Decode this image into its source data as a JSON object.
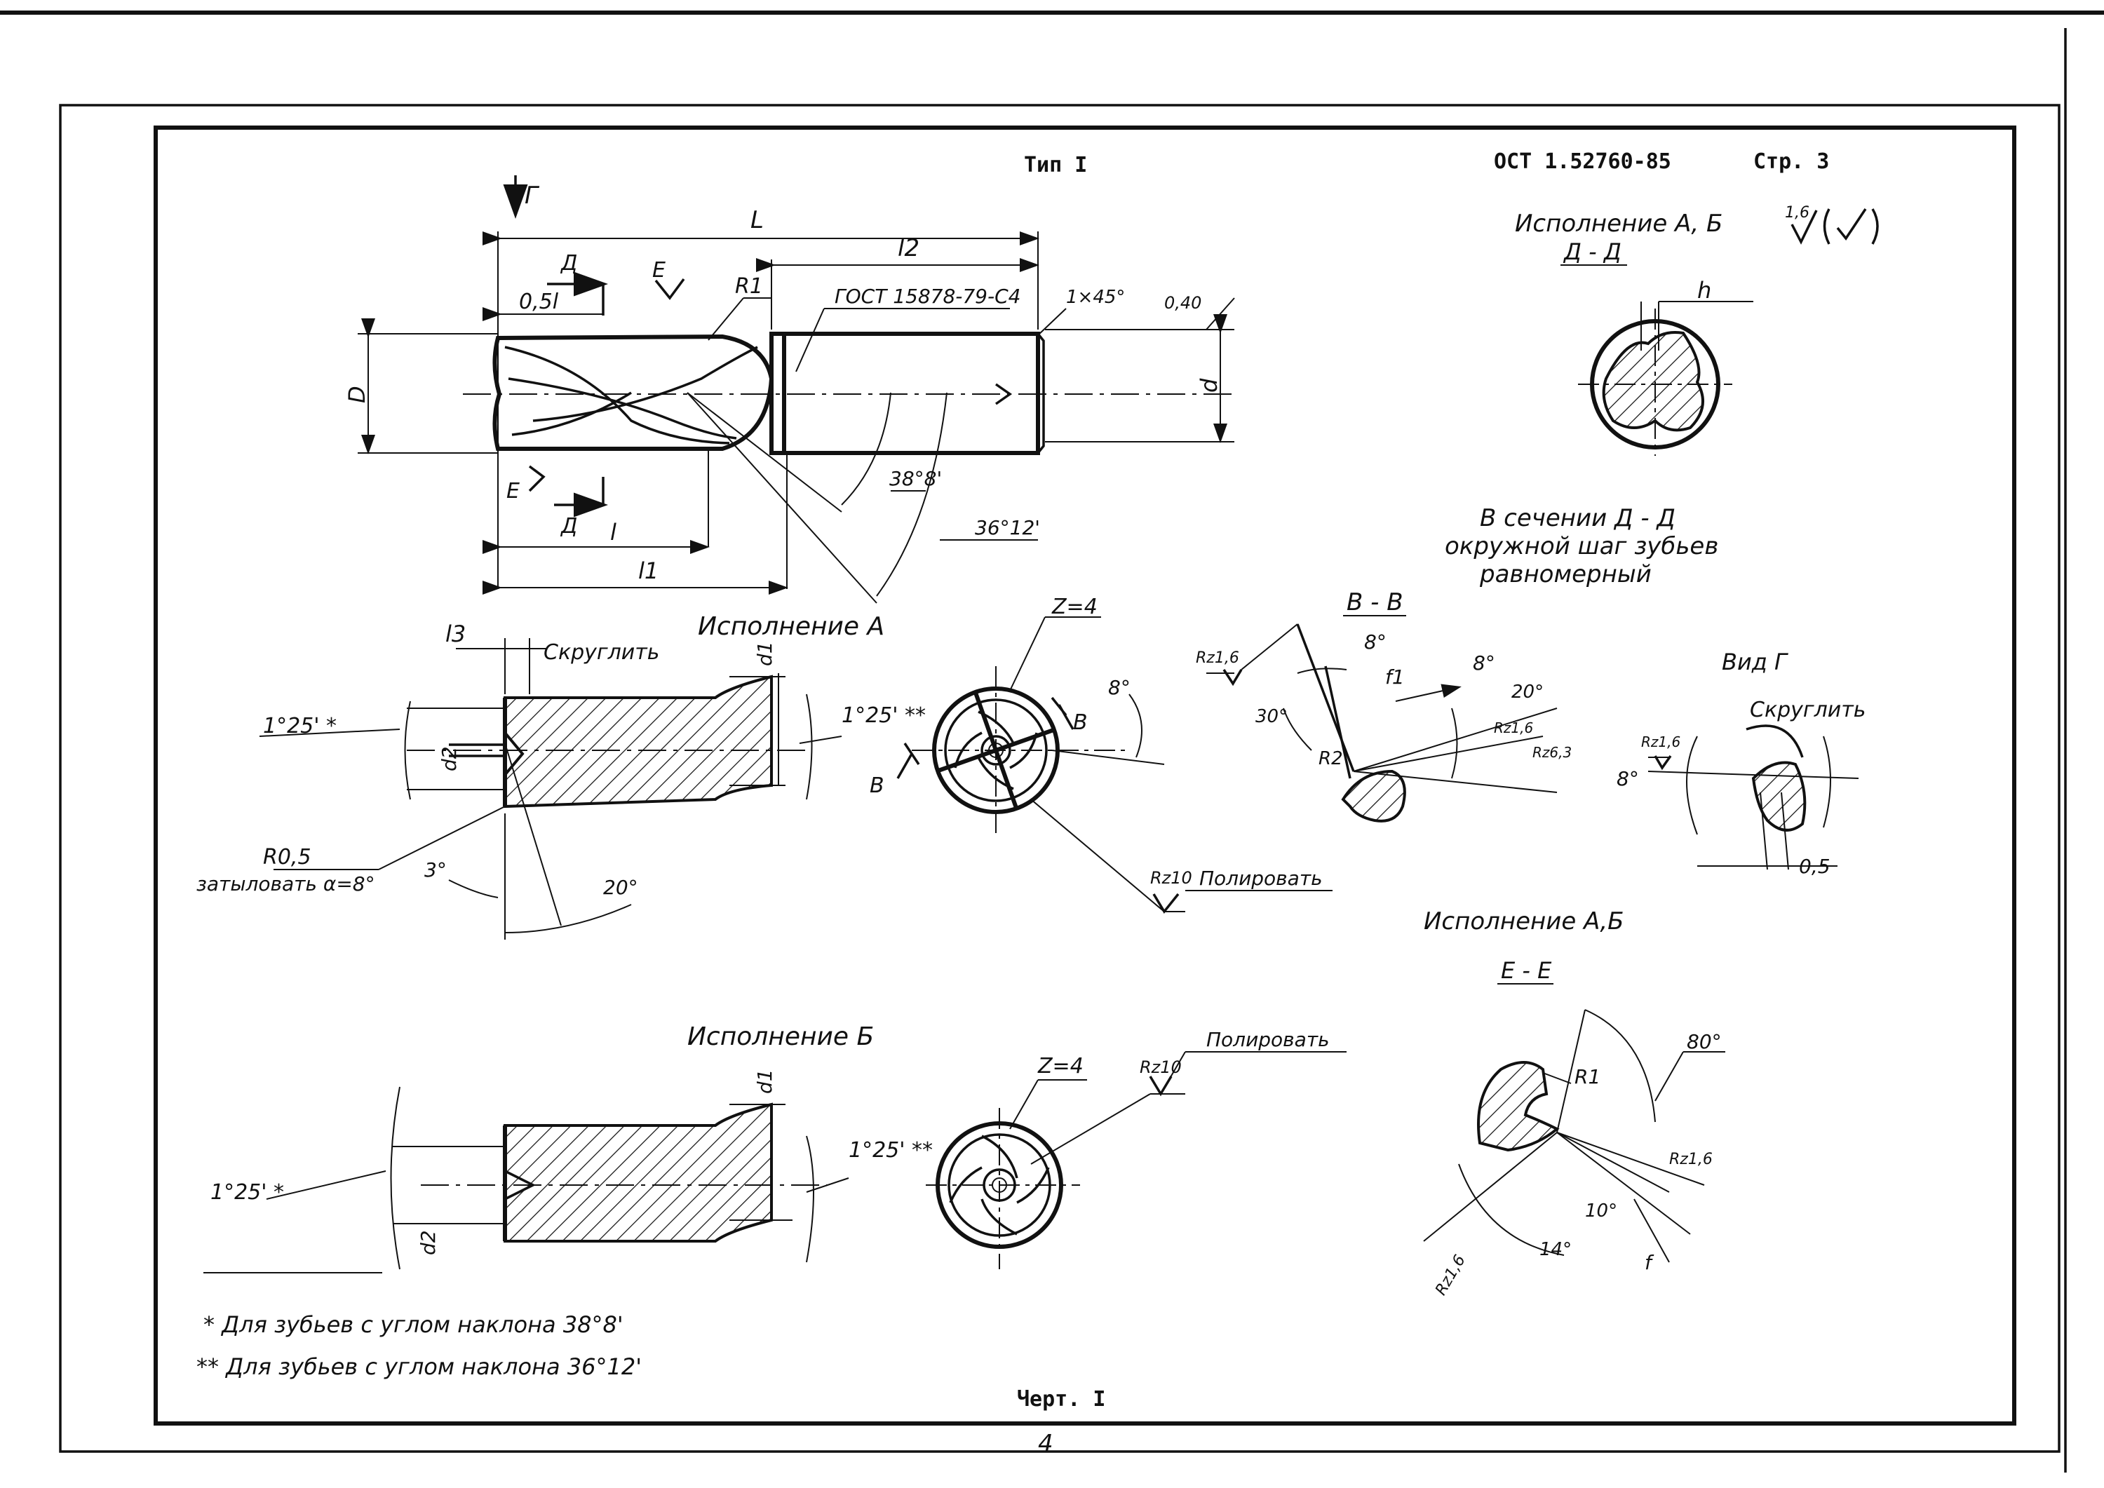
{
  "header": {
    "type_label": "Тип I",
    "standard": "ОСТ 1.52760-85",
    "page_label": "Стр. 3",
    "sheet_number": "4",
    "caption": "Черт. I"
  },
  "main_view": {
    "labels": {
      "section_arrow": "Г",
      "L": "L",
      "l2": "l2",
      "D_arrow_top": "Д",
      "D_arrow_bottom": "Д",
      "E_top": "Е",
      "E_bottom": "Е",
      "half_l": "0,5l",
      "R1": "R1",
      "gost": "ГОСТ 15878-79-С4",
      "chamfer": "1×45°",
      "runout": "0,40",
      "D": "D",
      "d": "d",
      "l": "l",
      "l1": "l1",
      "angle_38": "38°8'",
      "angle_36": "36°12'"
    }
  },
  "section_dd": {
    "title": "Исполнение А, Б",
    "subtitle": "Д - Д",
    "h": "h",
    "roughness": "1,6",
    "note_lines": [
      "В сечении Д - Д",
      "окружной шаг зубьев",
      "равномерный"
    ]
  },
  "version_a": {
    "title": "Исполнение А",
    "l3": "l3",
    "round_note": "Скруглить",
    "d1": "d1",
    "d2": "d2",
    "angle_left": "1°25' *",
    "angle_right": "1°25' **",
    "radius": "R0,5",
    "relief_note": "затыловать α=8°",
    "angle_3": "3°",
    "angle_20": "20°"
  },
  "end_view_a": {
    "teeth": "Z=4",
    "angle_8": "8°",
    "section_letter_1": "В",
    "section_letter_2": "В",
    "roughness": "Rz10",
    "polish": "Полировать"
  },
  "section_bb": {
    "title": "В - В",
    "rz16_a": "Rz1,6",
    "angle_8a": "8°",
    "angle_8b": "8°",
    "f1": "f1",
    "angle_20": "20°",
    "angle_30": "30°",
    "rz16_b": "Rz1,6",
    "r2": "R2",
    "rz63": "Rz6,3"
  },
  "view_g": {
    "title": "Вид Г",
    "round_note": "Скруглить",
    "rz16": "Rz1,6",
    "angle_8": "8°",
    "dim_05": "0,5"
  },
  "section_ee": {
    "title": "Исполнение А,Б",
    "subtitle": "Е - Е",
    "r1": "R1",
    "angle_80": "80°",
    "rz16_a": "Rz1,6",
    "angle_10": "10°",
    "angle_14": "14°",
    "f": "f",
    "rz16_b": "Rz1,6"
  },
  "version_b": {
    "title": "Исполнение Б",
    "d1": "d1",
    "d2": "d2",
    "angle_left": "1°25' *",
    "angle_right": "1°25' **"
  },
  "end_view_b": {
    "teeth": "Z=4",
    "roughness": "Rz10",
    "polish": "Полировать"
  },
  "footnotes": [
    "* Для зубьев с углом наклона 38°8'",
    "** Для зубьев с углом наклона 36°12'"
  ]
}
